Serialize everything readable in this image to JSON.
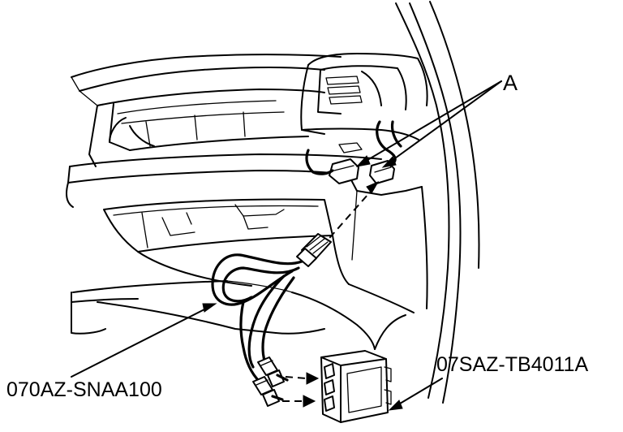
{
  "labels": {
    "connector": "A",
    "harness_part": "070AZ-SNAA100",
    "box_part": "07SAZ-TB4011A"
  }
}
